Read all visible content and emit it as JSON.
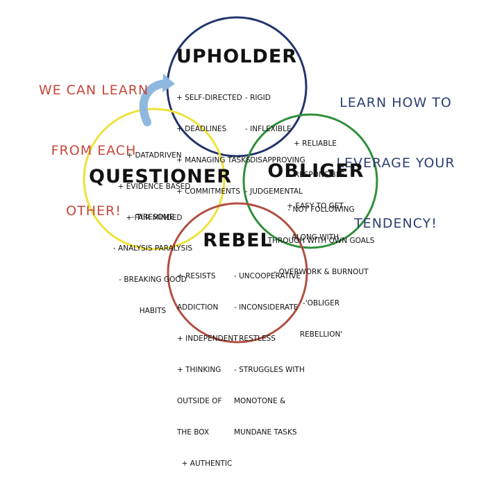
{
  "colors": {
    "upholder": "#23356b",
    "questioner": "#f0e23a",
    "obliger": "#2f8f3a",
    "rebel": "#b24f42",
    "left_note": "#c5473a",
    "right_note": "#2b3f73",
    "arrow": "#8fb8de"
  },
  "left_note": {
    "lines": [
      "WE CAN LEARN",
      "FROM EACH",
      "OTHER!"
    ]
  },
  "right_note": {
    "lines": [
      "LEARN HOW TO",
      "LEVERAGE YOUR",
      "TENDENCY!"
    ]
  },
  "arrow_icon": "curved-arrow-icon",
  "upholder": {
    "title": "UPHOLDER",
    "pros": [
      "+ SELF-DIRECTED",
      "+ DEADLINES",
      "+ MANAGING TASKS",
      "+ COMMITMENTS"
    ],
    "cons": [
      "- RIGID",
      "- INFLEXIBLE",
      "- DISAPPROVING",
      "- JUDGEMENTAL"
    ]
  },
  "questioner": {
    "title": "QUESTIONER",
    "pros": [
      "+ DATADRIVEN",
      "+ EVIDENCE BASED",
      "+ FAIR MINDED"
    ],
    "cons": [
      "- TIRESOME",
      "- ANALYSIS PARALYSIS",
      "- BREAKING GOOD",
      "HABITS"
    ]
  },
  "obliger": {
    "title": "OBLIGER",
    "pros": [
      "+ RELIABLE",
      "+ RESPONSIBLE",
      "+ EASY TO GET",
      "ALONG WITH"
    ],
    "cons": [
      "- NOT FOLLOWING",
      "THROUGH WITH OWN GOALS",
      "- OVERWORK & BURNOUT",
      "-'OBLIGER",
      "REBELLION'"
    ]
  },
  "rebel": {
    "title": "REBEL",
    "pros": [
      "+ RESISTS",
      "ADDICTION",
      "+ INDEPENDENT",
      "+ THINKING",
      "OUTSIDE OF",
      "THE BOX",
      "  + AUTHENTIC"
    ],
    "cons": [
      "- UNCOOPERATIVE",
      "- INCONSIDERATE",
      "- RESTLESS",
      "- STRUGGLES WITH",
      "MONOTONE &",
      "MUNDANE TASKS"
    ]
  }
}
